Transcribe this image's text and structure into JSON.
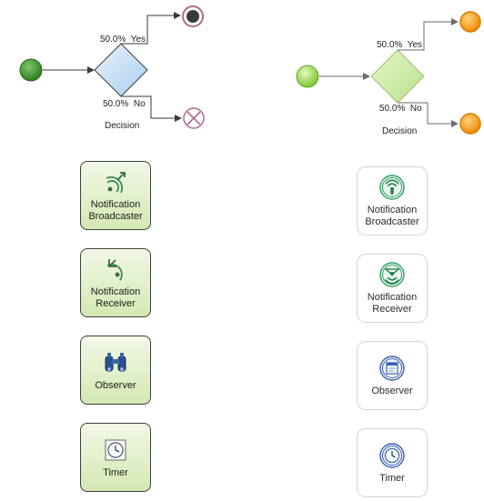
{
  "diagram_left": {
    "yes_label": "50.0%  Yes",
    "no_label": "50.0%  No",
    "decision_label": "Decision"
  },
  "diagram_right": {
    "yes_label": "50.0%  Yes",
    "no_label": "50.0%  No",
    "decision_label": "Decision"
  },
  "legacy_tiles": [
    {
      "label_1": "Notification",
      "label_2": "Broadcaster",
      "icon": "broadcast-signal-icon"
    },
    {
      "label_1": "Notification",
      "label_2": "Receiver",
      "icon": "receive-signal-icon"
    },
    {
      "label_1": "Observer",
      "label_2": "",
      "icon": "binoculars-icon"
    },
    {
      "label_1": "Timer",
      "label_2": "",
      "icon": "clock-icon"
    }
  ],
  "modern_tiles": [
    {
      "label_1": "Notification",
      "label_2": "Broadcaster",
      "icon": "broadcast-event-icon"
    },
    {
      "label_1": "Notification",
      "label_2": "Receiver",
      "icon": "receive-event-icon"
    },
    {
      "label_1": "Observer",
      "label_2": "",
      "icon": "observer-event-icon"
    },
    {
      "label_1": "Timer",
      "label_2": "",
      "icon": "timer-event-icon"
    }
  ],
  "colors": {
    "legacy_start": "#3a8a2e",
    "legacy_decision": "#bcd8f4",
    "legacy_end_ring": "#b06a8a",
    "modern_start": "#8fd13f",
    "modern_decision": "#c9ea9d",
    "modern_end": "#f29a1a",
    "connector": "#3a3a3a"
  }
}
